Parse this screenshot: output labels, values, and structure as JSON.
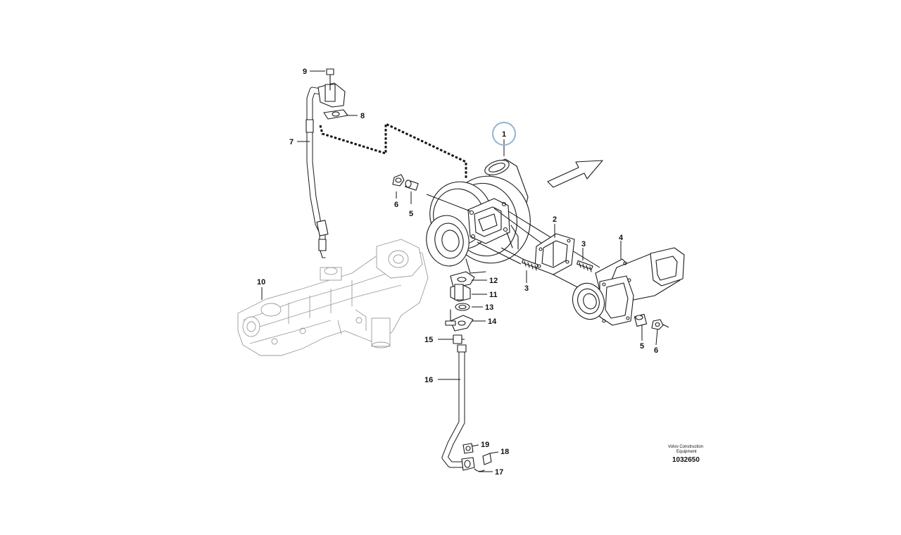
{
  "callouts": [
    {
      "id": "c1",
      "label": "1"
    },
    {
      "id": "c2",
      "label": "2"
    },
    {
      "id": "c3a",
      "label": "3"
    },
    {
      "id": "c3b",
      "label": "3"
    },
    {
      "id": "c4",
      "label": "4"
    },
    {
      "id": "c5a",
      "label": "5"
    },
    {
      "id": "c5b",
      "label": "5"
    },
    {
      "id": "c6a",
      "label": "6"
    },
    {
      "id": "c6b",
      "label": "6"
    },
    {
      "id": "c7",
      "label": "7"
    },
    {
      "id": "c8",
      "label": "8"
    },
    {
      "id": "c9",
      "label": "9"
    },
    {
      "id": "c10",
      "label": "10"
    },
    {
      "id": "c11",
      "label": "11"
    },
    {
      "id": "c12",
      "label": "12"
    },
    {
      "id": "c13",
      "label": "13"
    },
    {
      "id": "c14",
      "label": "14"
    },
    {
      "id": "c15",
      "label": "15"
    },
    {
      "id": "c16",
      "label": "16"
    },
    {
      "id": "c17",
      "label": "17"
    },
    {
      "id": "c18",
      "label": "18"
    },
    {
      "id": "c19",
      "label": "19"
    }
  ],
  "highlighted_part": "1",
  "credit": {
    "line1": "Volvo Construction",
    "line2": "Equipment"
  },
  "drawing_number": "1032650",
  "colors": {
    "highlight": "#8fb4d6",
    "line": "#1a1a1a",
    "ghost": "#9a9a9a",
    "background": "#ffffff"
  }
}
